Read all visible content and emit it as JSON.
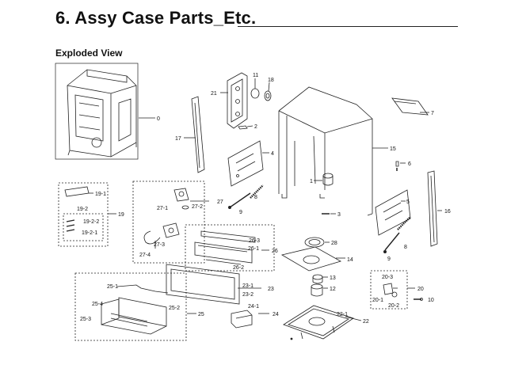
{
  "header": {
    "title": "6.  Assy Case Parts_Etc.",
    "subtitle": "Exploded View"
  },
  "part_labels": {
    "p0": "0",
    "p1": "1",
    "p2": "2",
    "p3": "3",
    "p4": "4",
    "p5": "5",
    "p6": "6",
    "p7": "7",
    "p8a": "8",
    "p8b": "8",
    "p9a": "9",
    "p9b": "9",
    "p10": "10",
    "p11": "11",
    "p12": "12",
    "p13": "13",
    "p14": "14",
    "p15": "15",
    "p16": "16",
    "p17": "17",
    "p18": "18",
    "p19": "19",
    "p19_1": "19-1",
    "p19_2": "19-2",
    "p19_2_2": "19-2-2",
    "p19_2_1": "19-2-1",
    "p20": "20",
    "p20_1": "20-1",
    "p20_2": "20-2",
    "p20_3": "20-3",
    "p21": "21",
    "p22": "22",
    "p22_1": "22-1",
    "p23": "23",
    "p23_1": "23-1",
    "p23_2": "23-2",
    "p24": "24",
    "p24_1": "24-1",
    "p25": "25",
    "p25_1": "25-1",
    "p25_2": "25-2",
    "p25_3": "25-3",
    "p25_4": "25-4",
    "p26": "26",
    "p26_1": "26-1",
    "p26_2": "26-2",
    "p26_3": "26-3",
    "p27": "27",
    "p27_1": "27-1",
    "p27_2": "27-2",
    "p27_3": "27-3",
    "p27_4": "27-4",
    "p28": "28"
  }
}
